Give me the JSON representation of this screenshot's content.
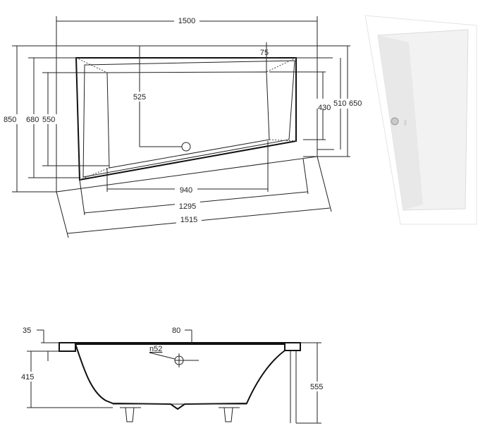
{
  "top_view": {
    "dims": {
      "width_top": "1500",
      "corner_75": "75",
      "depth_525": "525",
      "height_850": "850",
      "height_680": "680",
      "height_550": "550",
      "height_430": "430",
      "height_510": "510",
      "height_650": "650",
      "bottom_940": "940",
      "bottom_1295": "1295",
      "bottom_1515": "1515"
    }
  },
  "side_view": {
    "dims": {
      "rim_35": "35",
      "overflow_80": "80",
      "drain_n52": "n52",
      "depth_415": "415",
      "height_555": "555"
    }
  },
  "photo": {
    "drain_color": "#c9c9c9",
    "tub_color": "#f2f2f2"
  }
}
